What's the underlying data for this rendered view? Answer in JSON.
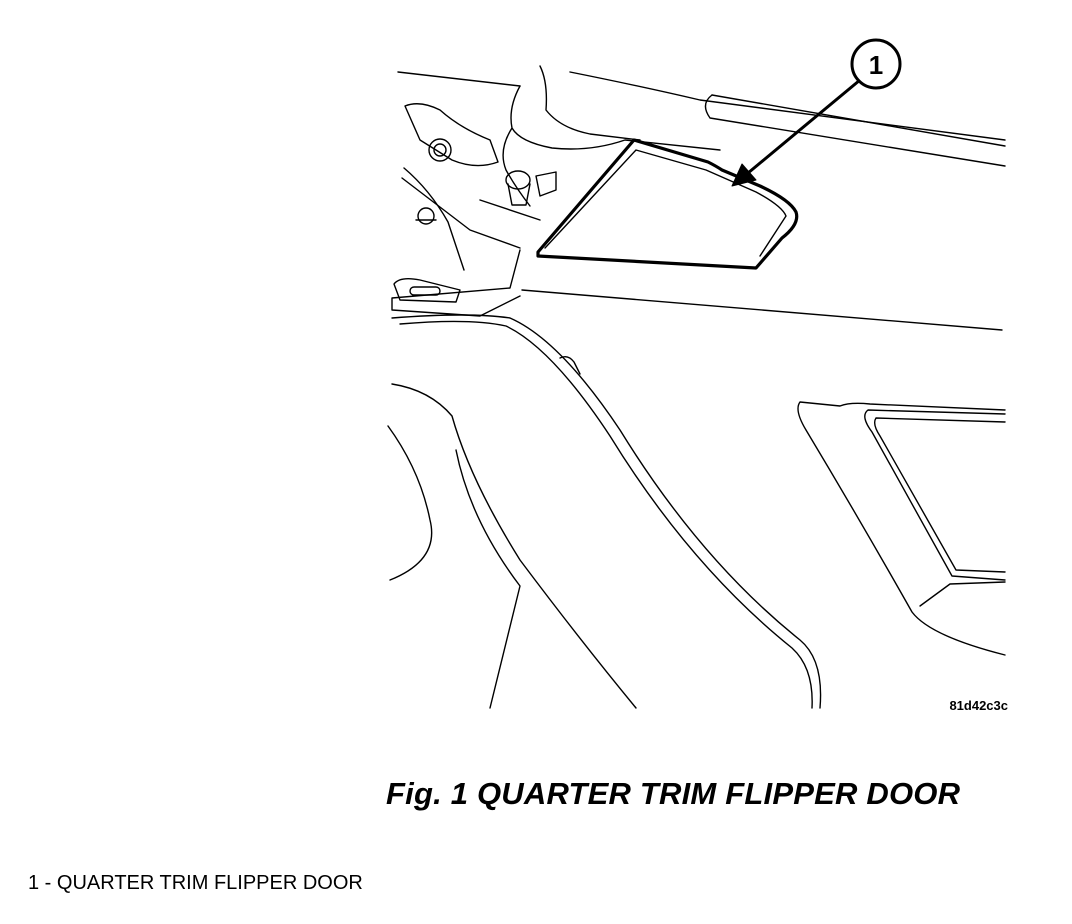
{
  "callout": {
    "number": "1"
  },
  "image_code": "81d42c3c",
  "figure_caption": "Fig. 1 QUARTER TRIM FLIPPER DOOR",
  "legend": [
    {
      "text": "1 - QUARTER TRIM FLIPPER DOOR"
    }
  ]
}
